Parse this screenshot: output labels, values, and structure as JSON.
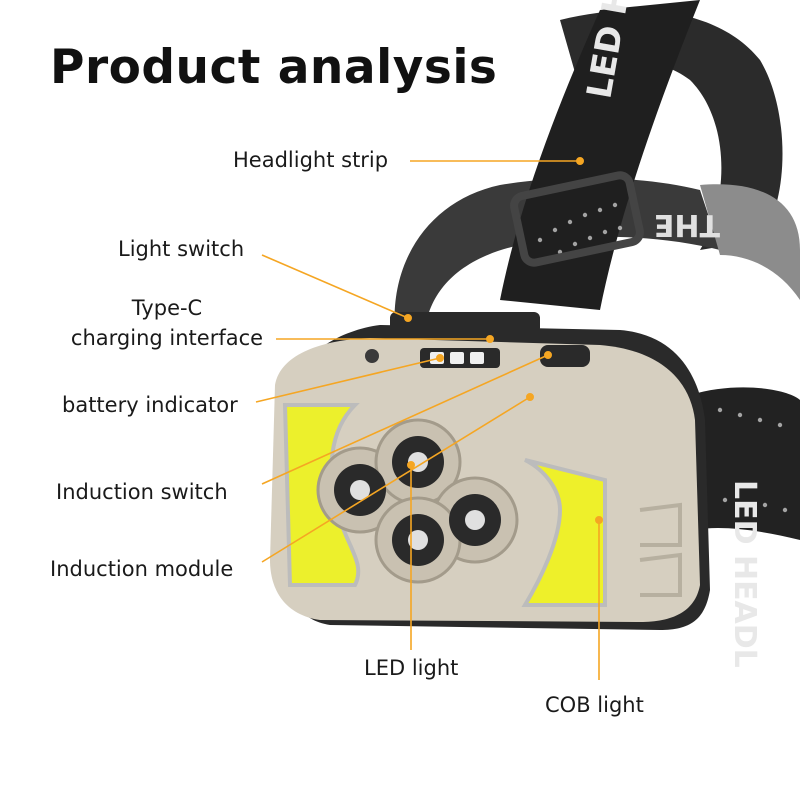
{
  "title": "Product analysis",
  "accent_color": "#f5a623",
  "labels": {
    "headlight_strip": "Headlight strip",
    "light_switch": "Light switch",
    "type_c_line1": "Type-C",
    "type_c_line2": "charging interface",
    "battery_indicator": "battery indicator",
    "induction_switch": "Induction switch",
    "induction_module": "Induction module",
    "led_light": "LED light",
    "cob_light": "COB light"
  },
  "strap_text": {
    "upper": "LED HEAD",
    "lower": "LED HEADL",
    "back": "THE"
  }
}
